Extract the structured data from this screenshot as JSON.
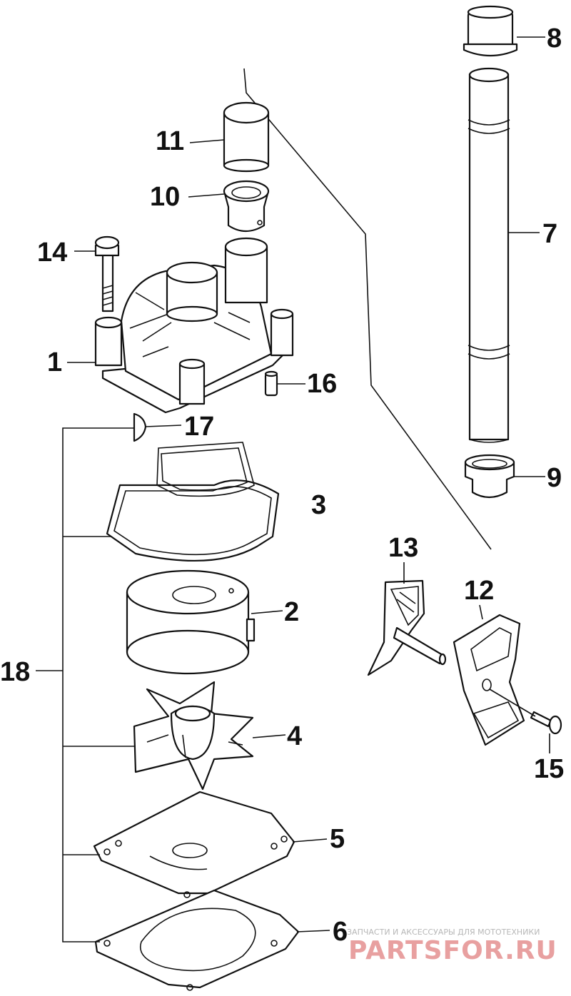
{
  "callouts": {
    "c1": "1",
    "c2": "2",
    "c3": "3",
    "c4": "4",
    "c5": "5",
    "c6": "6",
    "c7": "7",
    "c8": "8",
    "c9": "9",
    "c10": "10",
    "c11": "11",
    "c12": "12",
    "c13": "13",
    "c14": "14",
    "c15": "15",
    "c16": "16",
    "c17": "17",
    "c18": "18"
  },
  "watermark": {
    "tagline": "ЗАПЧАСТИ И АКСЕССУАРЫ ДЛЯ МОТОТЕХНИКИ",
    "brand": "PARTSFOR.RU",
    "brand_color": "#e8a0a0"
  }
}
